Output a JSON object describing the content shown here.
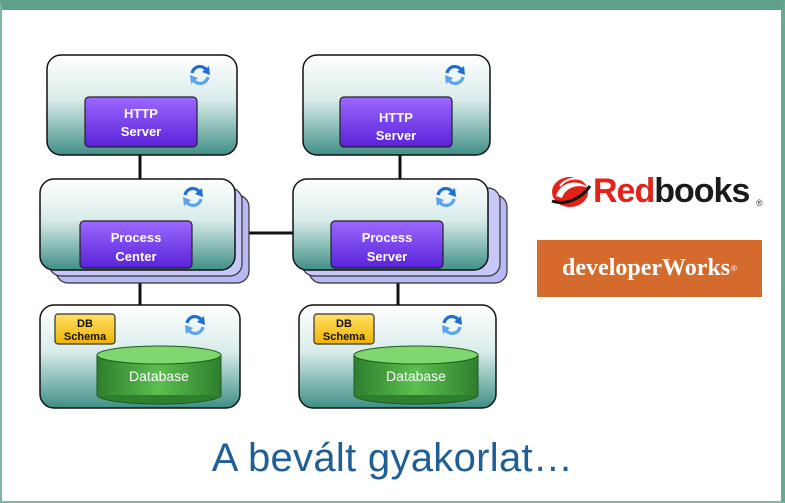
{
  "nodes": {
    "http_left": {
      "label_line1": "HTTP",
      "label_line2": "Server"
    },
    "http_right": {
      "label_line1": "HTTP",
      "label_line2": "Server"
    },
    "process_center": {
      "label_line1": "Process",
      "label_line2": "Center"
    },
    "process_server": {
      "label_line1": "Process",
      "label_line2": "Server"
    },
    "db_left": {
      "schema_line1": "DB",
      "schema_line2": "Schema",
      "database_label": "Database"
    },
    "db_right": {
      "schema_line1": "DB",
      "schema_line2": "Schema",
      "database_label": "Database"
    }
  },
  "logos": {
    "redbooks": {
      "part1": "Red",
      "part2": "books",
      "mark": "®"
    },
    "developerworks": {
      "text": "developerWorks",
      "mark": "®"
    }
  },
  "title": "A bevált gyakorlat…",
  "colors": {
    "frame": "#5fa08c",
    "node_fill_top": "#ffffff",
    "node_fill_bottom": "#3f8f86",
    "purple": "#7a3bf2",
    "database_green": "#3b9a3a",
    "schema_yellow": "#f5c400",
    "title_blue": "#1f5f96",
    "redbooks_red": "#e2231a",
    "developerworks_orange": "#d46a2b"
  }
}
